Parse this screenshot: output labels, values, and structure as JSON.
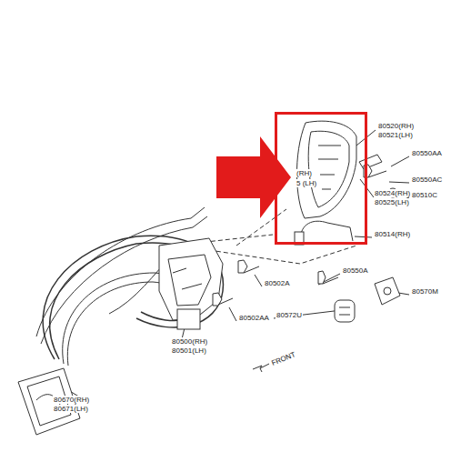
{
  "diagram": {
    "nodes": [
      {
        "text": [
          "(RH)",
          "5 (LH)"
        ]
      }
    ],
    "labels": [
      "80520(RH)",
      "80521(LH)",
      "80550AA",
      "80550AC",
      "80524(RH)",
      "80525(LH)",
      "80510C",
      "80514(RH)",
      "80550A",
      "80570M",
      "80572U",
      "80502A",
      "80502AA",
      "80500(RH)",
      "80501(LH)",
      "80670(RH)",
      "80671(LH)",
      "FRONT"
    ]
  }
}
